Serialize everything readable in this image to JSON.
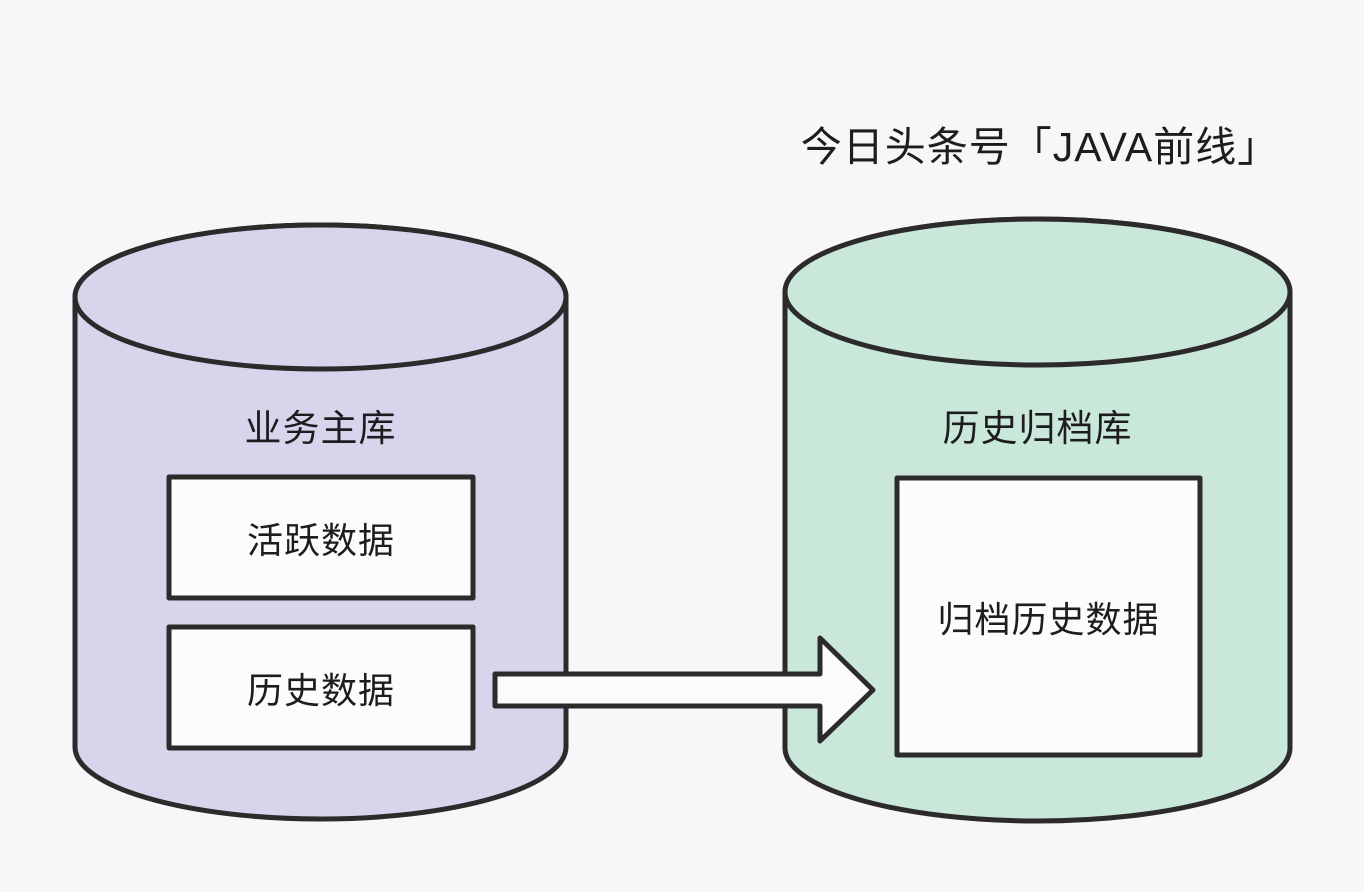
{
  "page": {
    "background_color": "#f7f6f8",
    "outline_color": "#2d2a2b",
    "text_color": "#1d1d1f"
  },
  "header": {
    "title": "今日头条号「JAVA前线」"
  },
  "diagram": {
    "source_db": {
      "label": "业务主库",
      "fill": "#d6d5ec",
      "items": [
        {
          "label": "活跃数据"
        },
        {
          "label": "历史数据"
        }
      ]
    },
    "target_db": {
      "label": "历史归档库",
      "fill": "#c9e8da",
      "items": [
        {
          "label": "归档历史数据"
        }
      ]
    },
    "arrow": {
      "from": "历史数据",
      "to": "归档历史数据",
      "fill": "#fbfbfd"
    },
    "box_fill": "#fcfcfe"
  }
}
